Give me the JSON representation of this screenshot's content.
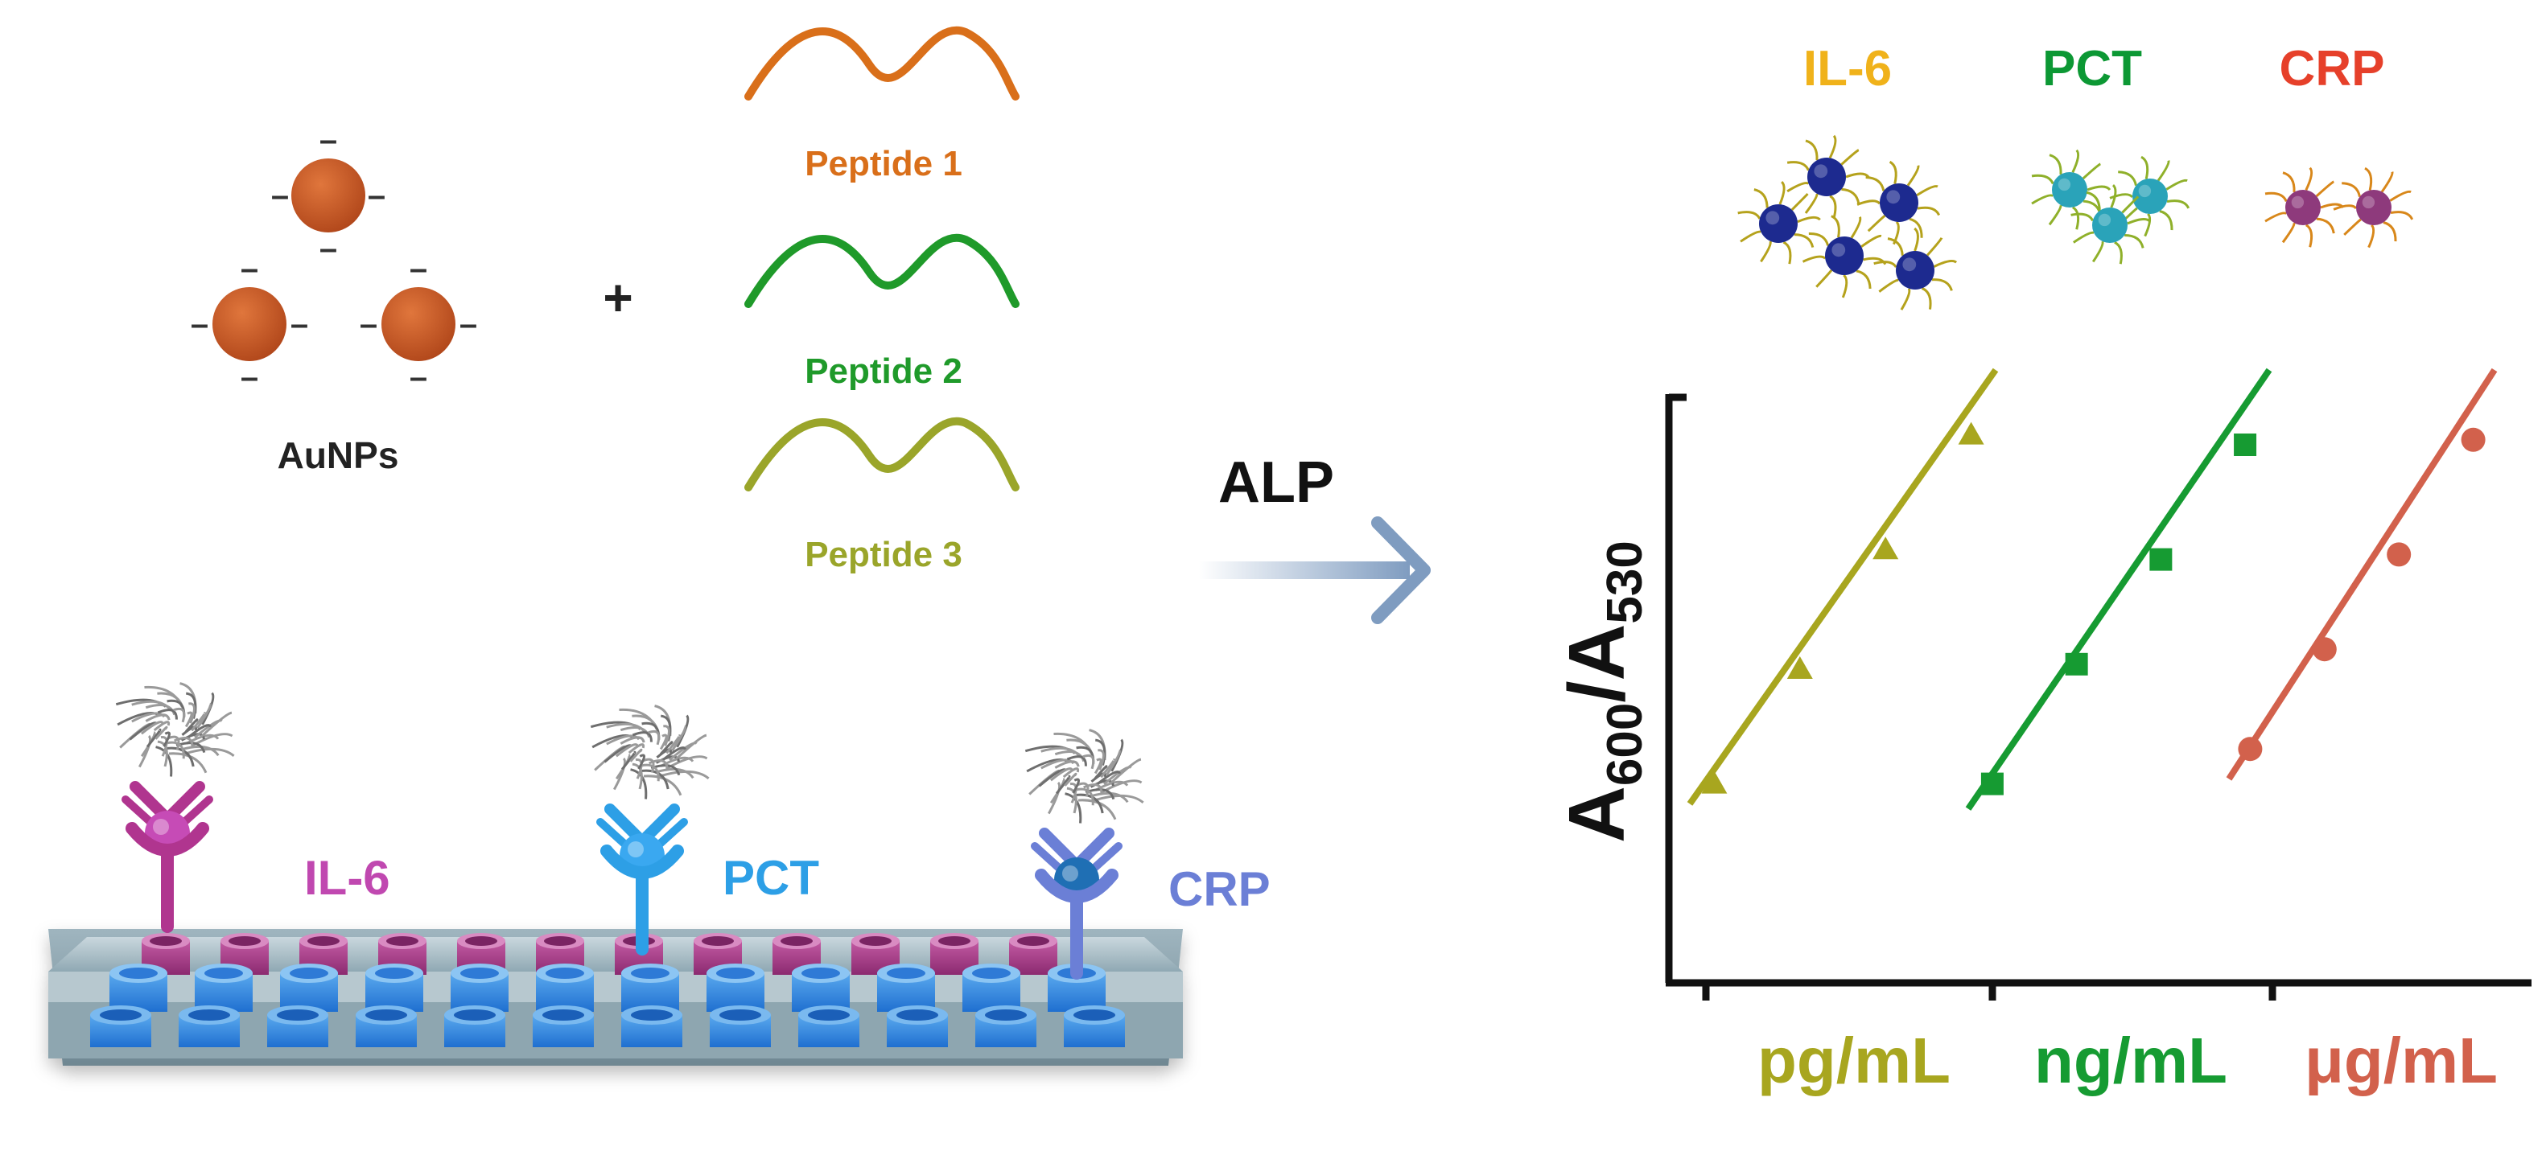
{
  "colors": {
    "ctrl": "#a8a61f",
    "il6": "#a8a61f",
    "pct": "#169b32",
    "crp": "#d2614c",
    "label_il6_top": "#f0b21a",
    "label_pct_top": "#0c9834",
    "label_crp_top": "#e6402a",
    "peptide1": "#d96f1a",
    "peptide2": "#1f9a2a",
    "peptide3": "#9aa52a",
    "aunp": "#c4521c",
    "magenta": "#b0358f",
    "skyblue": "#2d9fe6",
    "periwinkle": "#6b7fd6",
    "arrow": "#8fa7c4",
    "axis": "#111111"
  },
  "reagents": {
    "aunps_label": "AuNPs",
    "plus": "+",
    "peptides": [
      {
        "label": "Peptide 1",
        "color_key": "peptide1"
      },
      {
        "label": "Peptide 2",
        "color_key": "peptide2"
      },
      {
        "label": "Peptide 3",
        "color_key": "peptide3"
      }
    ],
    "charge": "–"
  },
  "assay": {
    "enzyme_label": "ALP",
    "wells_label": [
      "IL-6",
      "PCT",
      "CRP"
    ]
  },
  "aggregates": {
    "labels": [
      "IL-6",
      "PCT",
      "CRP"
    ]
  },
  "chart_data": {
    "type": "scatter",
    "ylabel_main": "A",
    "ylabel_sub1": "600",
    "ylabel_slash": "/A",
    "ylabel_sub2": "530",
    "series": [
      {
        "name": "IL-6",
        "unit": "pg/mL",
        "marker": "triangle",
        "color_key": "il6",
        "points": [
          [
            0.08,
            0.17
          ],
          [
            0.36,
            0.4
          ],
          [
            0.64,
            0.64
          ],
          [
            0.92,
            0.87
          ]
        ],
        "fit": [
          [
            0.0,
            0.13
          ],
          [
            1.0,
            1.0
          ]
        ]
      },
      {
        "name": "PCT",
        "unit": "ng/mL",
        "marker": "square",
        "color_key": "pct",
        "points": [
          [
            0.08,
            0.17
          ],
          [
            0.36,
            0.41
          ],
          [
            0.64,
            0.62
          ],
          [
            0.92,
            0.85
          ]
        ],
        "fit": [
          [
            0.0,
            0.12
          ],
          [
            1.0,
            1.0
          ]
        ]
      },
      {
        "name": "CRP",
        "unit": "μg/mL",
        "marker": "circle",
        "color_key": "crp",
        "points": [
          [
            0.08,
            0.24
          ],
          [
            0.36,
            0.44
          ],
          [
            0.64,
            0.63
          ],
          [
            0.92,
            0.86
          ]
        ],
        "fit": [
          [
            0.0,
            0.18
          ],
          [
            1.0,
            1.0
          ]
        ]
      }
    ]
  }
}
